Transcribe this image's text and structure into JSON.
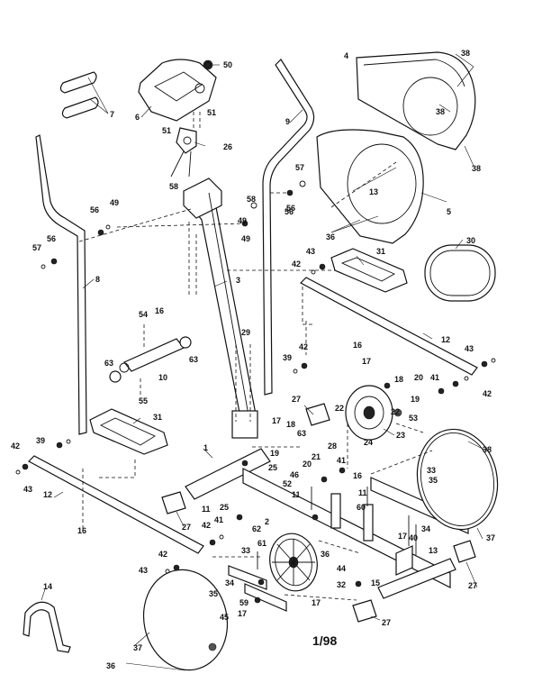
{
  "diagram": {
    "footer_date": "1/98",
    "part_labels": [
      "50",
      "6",
      "7",
      "51",
      "26",
      "51",
      "58",
      "9",
      "57",
      "56",
      "4",
      "38",
      "13",
      "38",
      "38",
      "5",
      "36",
      "30",
      "49",
      "56",
      "57",
      "56",
      "49",
      "8",
      "3",
      "58",
      "49",
      "56",
      "43",
      "31",
      "42",
      "16",
      "16",
      "54",
      "63",
      "10",
      "63",
      "55",
      "29",
      "39",
      "42",
      "12",
      "43",
      "42",
      "17",
      "18",
      "20",
      "41",
      "19",
      "22",
      "53",
      "27",
      "17",
      "19",
      "63",
      "21",
      "24",
      "23",
      "18",
      "20",
      "28",
      "22",
      "31",
      "1",
      "25",
      "46",
      "16",
      "41",
      "38",
      "39",
      "42",
      "12",
      "43",
      "16",
      "52",
      "11",
      "33",
      "35",
      "11",
      "25",
      "2",
      "62",
      "42",
      "41",
      "27",
      "11",
      "60",
      "34",
      "17",
      "40",
      "13",
      "37",
      "42",
      "43",
      "33",
      "61",
      "36",
      "27",
      "44",
      "14",
      "35",
      "34",
      "59",
      "45",
      "17",
      "15",
      "32",
      "17",
      "27",
      "37",
      "36"
    ]
  }
}
